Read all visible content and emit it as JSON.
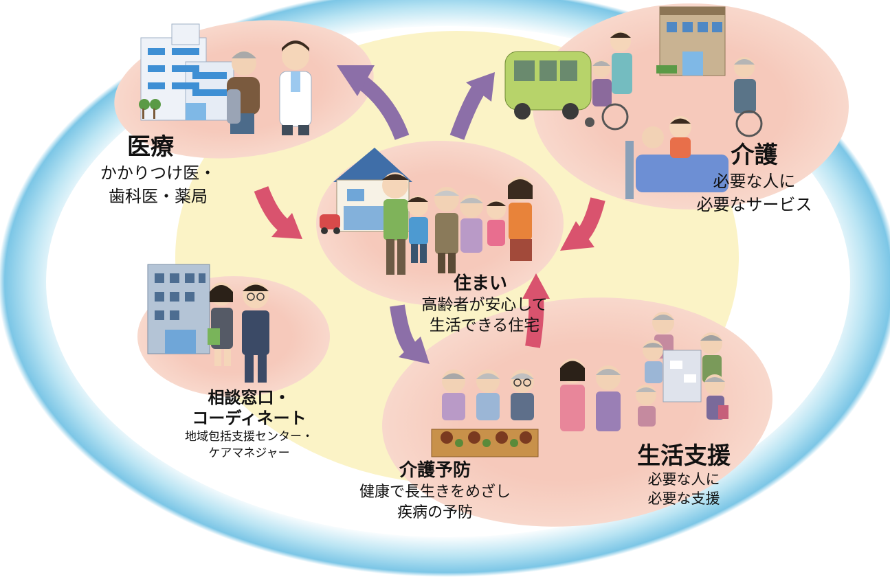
{
  "nodes": {
    "iryo": {
      "title": "医療",
      "lines": [
        "かかりつけ医・",
        "歯科医・薬局"
      ]
    },
    "kaigo": {
      "title": "介護",
      "lines": [
        "必要な人に",
        "必要なサービス"
      ]
    },
    "sumai": {
      "title": "住まい",
      "lines": [
        "高齢者が安心して",
        "生活できる住宅"
      ]
    },
    "soudan": {
      "title_lines": [
        "相談窓口・",
        "コーディネート"
      ],
      "lines": [
        "地域包括支援センター・",
        "ケアマネジャー"
      ]
    },
    "yobou": {
      "title": "介護予防",
      "lines": [
        "健康で長生きをめざし",
        "疾病の予防"
      ]
    },
    "seikatsu": {
      "title": "生活支援",
      "lines": [
        "必要な人に",
        "必要な支援"
      ]
    }
  },
  "colors": {
    "outer_ring": "#8fd0ea",
    "center_fill": "#fbf3c6",
    "node_fill": "#f7cfc2",
    "arrow_purple": "#8c6fa8",
    "arrow_red": "#d9536e"
  },
  "icons": [
    "hospital-icon",
    "doctor-icon",
    "elderly-patient-icon",
    "bus-icon",
    "wheelchair-icon",
    "care-facility-icon",
    "caregiver-icon",
    "bed-icon",
    "house-icon",
    "car-icon",
    "family-icon",
    "office-building-icon",
    "consultant-icon",
    "elderly-dining-icon",
    "food-tray-icon",
    "elderly-group-icon",
    "volunteer-icon"
  ]
}
